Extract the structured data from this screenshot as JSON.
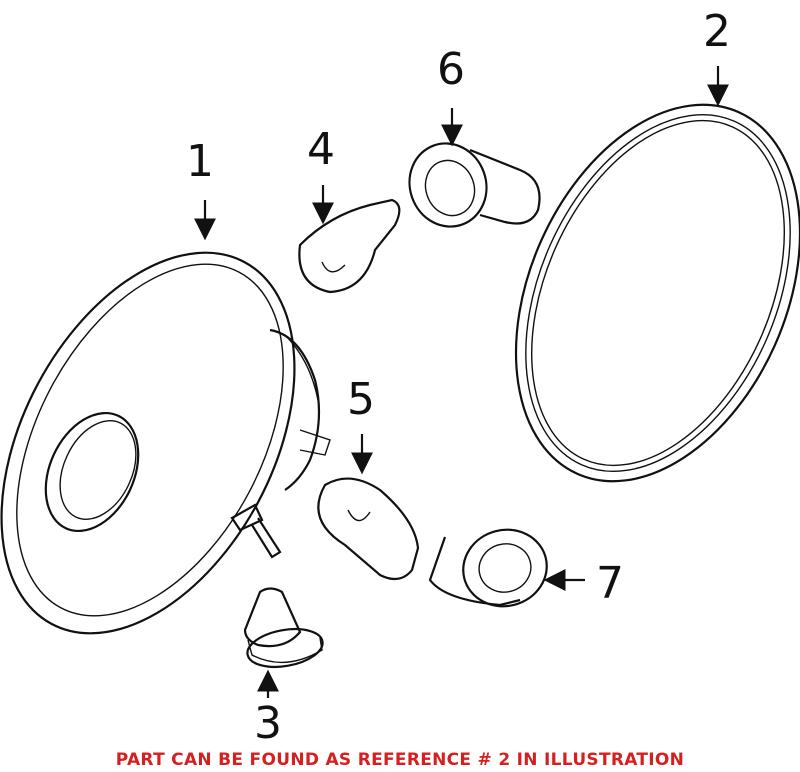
{
  "callouts": [
    "1",
    "2",
    "3",
    "4",
    "5",
    "6",
    "7"
  ],
  "footer_note": "PART CAN BE FOUND AS REFERENCE # 2 IN ILLUSTRATION",
  "colors": {
    "note": "#d42020",
    "lines": "#111111"
  }
}
